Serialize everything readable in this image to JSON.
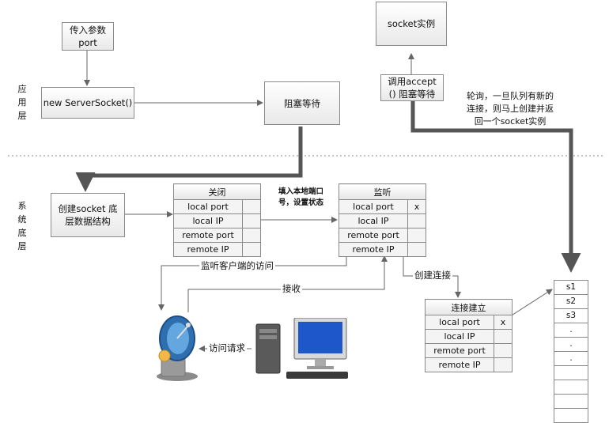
{
  "layers": {
    "app": "应用层",
    "system": "系统底层"
  },
  "boxes": {
    "port_param": "传入参数 port",
    "new_server_socket": "new ServerSocket()",
    "blocking_wait": "阻塞等待",
    "socket_instance": "socket实例",
    "accept_call": "调用accept () 阻塞等待",
    "create_socket": "创建socket 底层数据结构"
  },
  "labels": {
    "polling": "轮询，一旦队列有新的连接，则马上创建并返回一个socket实例",
    "fill_port": "填入本地端口号，设置状态",
    "listen_client": "监听客户端的访问",
    "receive": "接收",
    "create_connection": "创建连接",
    "access_request": "访问请求"
  },
  "tables": {
    "closed": {
      "title": "关闭",
      "rows": [
        [
          "local port",
          ""
        ],
        [
          "local IP",
          ""
        ],
        [
          "remote port",
          ""
        ],
        [
          "remote IP",
          ""
        ]
      ]
    },
    "listening": {
      "title": "监听",
      "rows": [
        [
          "local port",
          "x"
        ],
        [
          "local IP",
          ""
        ],
        [
          "remote port",
          ""
        ],
        [
          "remote IP",
          ""
        ]
      ]
    },
    "established": {
      "title": "连接建立",
      "rows": [
        [
          "local port",
          "x"
        ],
        [
          "local IP",
          ""
        ],
        [
          "remote port",
          ""
        ],
        [
          "remote IP",
          ""
        ]
      ]
    }
  },
  "queue": [
    "s1",
    "s2",
    "s3",
    ".",
    ".",
    ".",
    "",
    "",
    "",
    ""
  ],
  "icons": {
    "server": "satellite-dish-icon",
    "client": "desktop-computer-icon"
  }
}
